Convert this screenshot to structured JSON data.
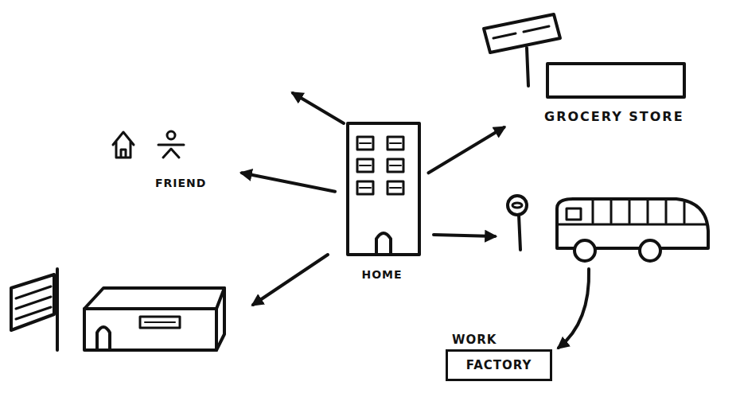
{
  "diagram": {
    "nodes": [
      {
        "text": [
          "GROCERY STORE"
        ]
      },
      {
        "text": [
          "FRIEND"
        ]
      },
      {
        "text": [
          "HOME"
        ]
      },
      {
        "text": [
          "WORK",
          "FACTORY"
        ]
      }
    ],
    "edges": [
      {
        "from": 2,
        "to": 1,
        "arrow": "to"
      },
      {
        "from": 2,
        "to": 0,
        "arrow": "to"
      }
    ]
  }
}
